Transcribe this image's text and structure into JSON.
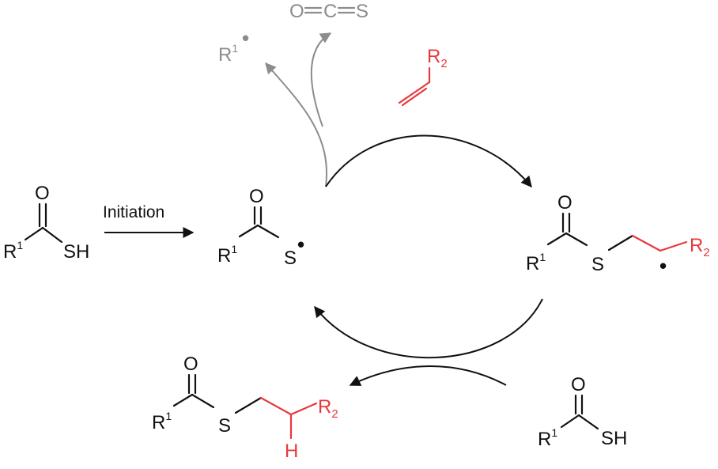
{
  "colors": {
    "black": "#111111",
    "red": "#e8383d",
    "gray": "#8c8c8c"
  },
  "labels": {
    "initiation": "Initiation",
    "r1": "R",
    "sup1": "1",
    "r2": "R",
    "sub2": "2",
    "o": "O",
    "s": "S",
    "sh": "SH",
    "h": "H",
    "c": "C",
    "radical_dot": "•"
  }
}
